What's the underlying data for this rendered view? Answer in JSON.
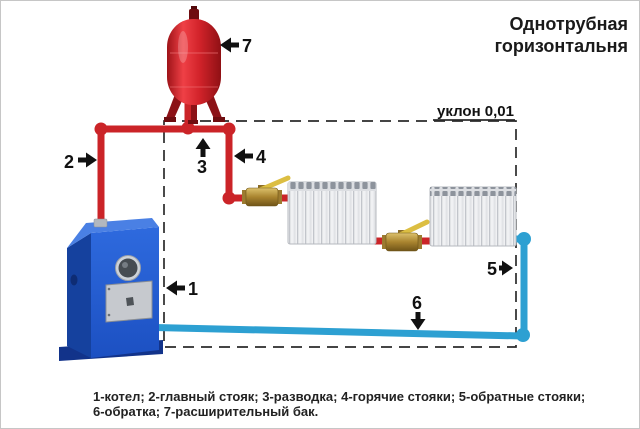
{
  "title": {
    "line1": "Однотрубная",
    "line2": "горизонтальня"
  },
  "slope_label": "уклон 0,01",
  "callouts": {
    "c1": "1",
    "c2": "2",
    "c3": "3",
    "c4": "4",
    "c5": "5",
    "c6": "6",
    "c7": "7"
  },
  "legend": {
    "line1": "1-котел; 2-главный стояк; 3-разводка; 4-горячие стояки; 5-обратные стояки;",
    "line2": "6-обратка; 7-расширительный бак."
  },
  "colors": {
    "hot_pipe": "#cb2428",
    "return_pipe": "#2da0d2",
    "boiler_front": "#2463d8",
    "tank_red": "#d2232a",
    "brass": "#bb963f",
    "text": "#1a1a1a"
  }
}
